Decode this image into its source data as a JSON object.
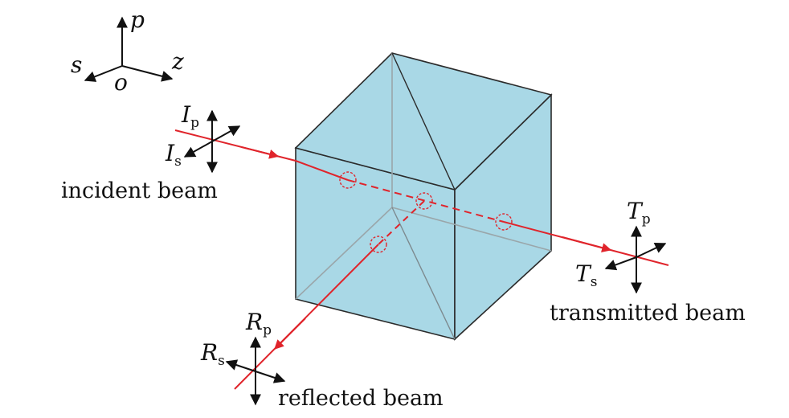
{
  "axes": {
    "p_label": "p",
    "s_label": "s",
    "z_label": "z",
    "origin_label": "o"
  },
  "incident": {
    "caption": "incident beam",
    "p_symbol": "I",
    "p_sub": "p",
    "s_symbol": "I",
    "s_sub": "s"
  },
  "transmitted": {
    "caption": "transmitted beam",
    "p_symbol": "T",
    "p_sub": "p",
    "s_symbol": "T",
    "s_sub": "s"
  },
  "reflected": {
    "caption": "reflected beam",
    "p_symbol": "R",
    "p_sub": "p",
    "s_symbol": "R",
    "s_sub": "s"
  },
  "colors": {
    "beam": "#e0242b",
    "cube_face": "#a9d8e6",
    "cube_edge": "#2b2b2b",
    "hidden_edge": "#9aa6aa",
    "arrow": "#111111"
  }
}
